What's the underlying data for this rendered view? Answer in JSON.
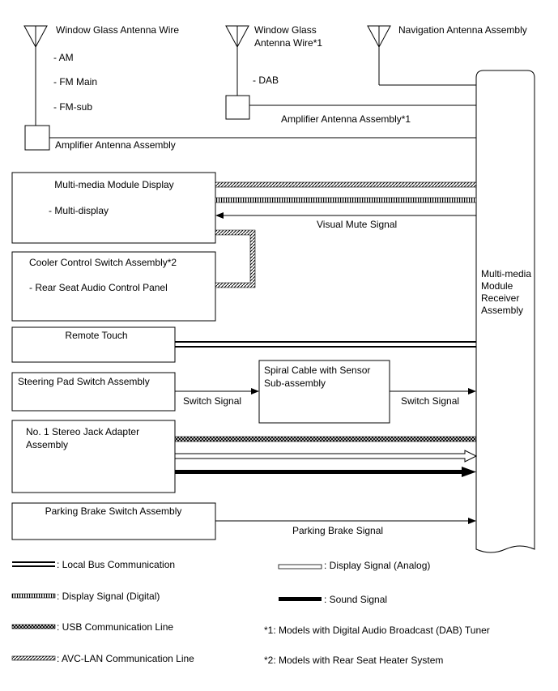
{
  "antennas": {
    "wga_wire": {
      "label": "Window Glass Antenna Wire",
      "signals": [
        "- AM",
        "- FM Main",
        "- FM-sub"
      ],
      "amp": "Amplifier Antenna Assembly"
    },
    "wga_wire1": {
      "label_lines": [
        "Window Glass",
        "Antenna Wire*1"
      ],
      "signal": "- DAB",
      "amp": "Amplifier Antenna Assembly*1"
    },
    "navigation": {
      "label": "Navigation Antenna Assembly"
    }
  },
  "receiver": {
    "label_lines": [
      "Multi-media",
      "Module",
      "Receiver",
      "Assembly"
    ]
  },
  "components": {
    "mm_display": {
      "title": "Multi-media Module Display",
      "sub": "- Multi-display"
    },
    "cooler": {
      "title": "Cooler Control Switch Assembly*2",
      "sub": "- Rear Seat Audio Control Panel"
    },
    "remote_touch": {
      "title": "Remote Touch"
    },
    "steering_pad": {
      "title": "Steering Pad Switch Assembly"
    },
    "spiral_cable": {
      "title_lines": [
        "Spiral Cable with Sensor",
        "Sub-assembly"
      ]
    },
    "stereo_jack": {
      "title_lines": [
        "No. 1 Stereo Jack Adapter",
        "Assembly"
      ]
    },
    "parking_brake": {
      "title": "Parking Brake Switch Assembly"
    }
  },
  "signals": {
    "visual_mute": "Visual Mute Signal",
    "switch_1": "Switch Signal",
    "switch_2": "Switch Signal",
    "parking_brake": "Parking Brake Signal"
  },
  "legend": {
    "local_bus": ": Local Bus Communication",
    "display_digital": ": Display Signal (Digital)",
    "usb": ": USB Communication Line",
    "avc_lan": ": AVC-LAN Communication Line",
    "display_analog": ": Display Signal (Analog)",
    "sound": ": Sound Signal"
  },
  "notes": {
    "n1": "*1: Models with Digital Audio Broadcast (DAB) Tuner",
    "n2": "*2: Models with Rear Seat Heater System"
  }
}
